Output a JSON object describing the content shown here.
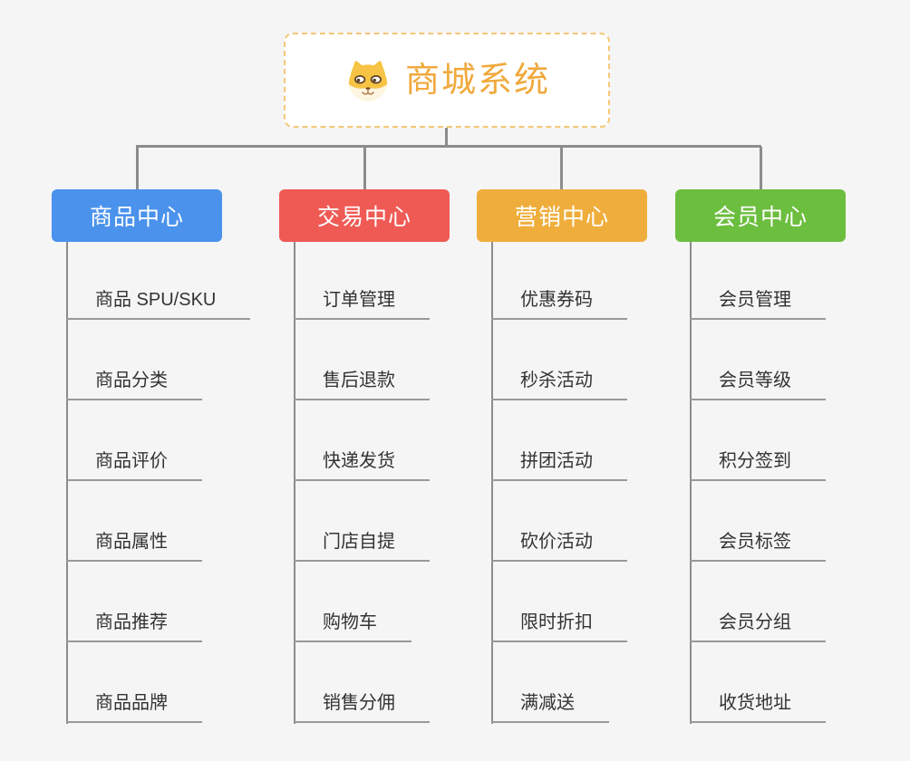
{
  "root": {
    "title": "商城系统",
    "logo_icon": "dog-face-icon",
    "accent_color": "#f0a93c"
  },
  "branches": [
    {
      "label": "商品中心",
      "color": "#4a92ec",
      "items": [
        "商品 SPU/SKU",
        "商品分类",
        "商品评价",
        "商品属性",
        "商品推荐",
        "商品品牌"
      ]
    },
    {
      "label": "交易中心",
      "color": "#ef5a55",
      "items": [
        "订单管理",
        "售后退款",
        "快递发货",
        "门店自提",
        "购物车",
        "销售分佣"
      ]
    },
    {
      "label": "营销中心",
      "color": "#efae3c",
      "items": [
        "优惠券码",
        "秒杀活动",
        "拼团活动",
        "砍价活动",
        "限时折扣",
        "满减送"
      ]
    },
    {
      "label": "会员中心",
      "color": "#6cbe3f",
      "items": [
        "会员管理",
        "会员等级",
        "积分签到",
        "会员标签",
        "会员分组",
        "收货地址"
      ]
    }
  ],
  "connector_color": "#8c8c8c",
  "underline_color": "#999999"
}
